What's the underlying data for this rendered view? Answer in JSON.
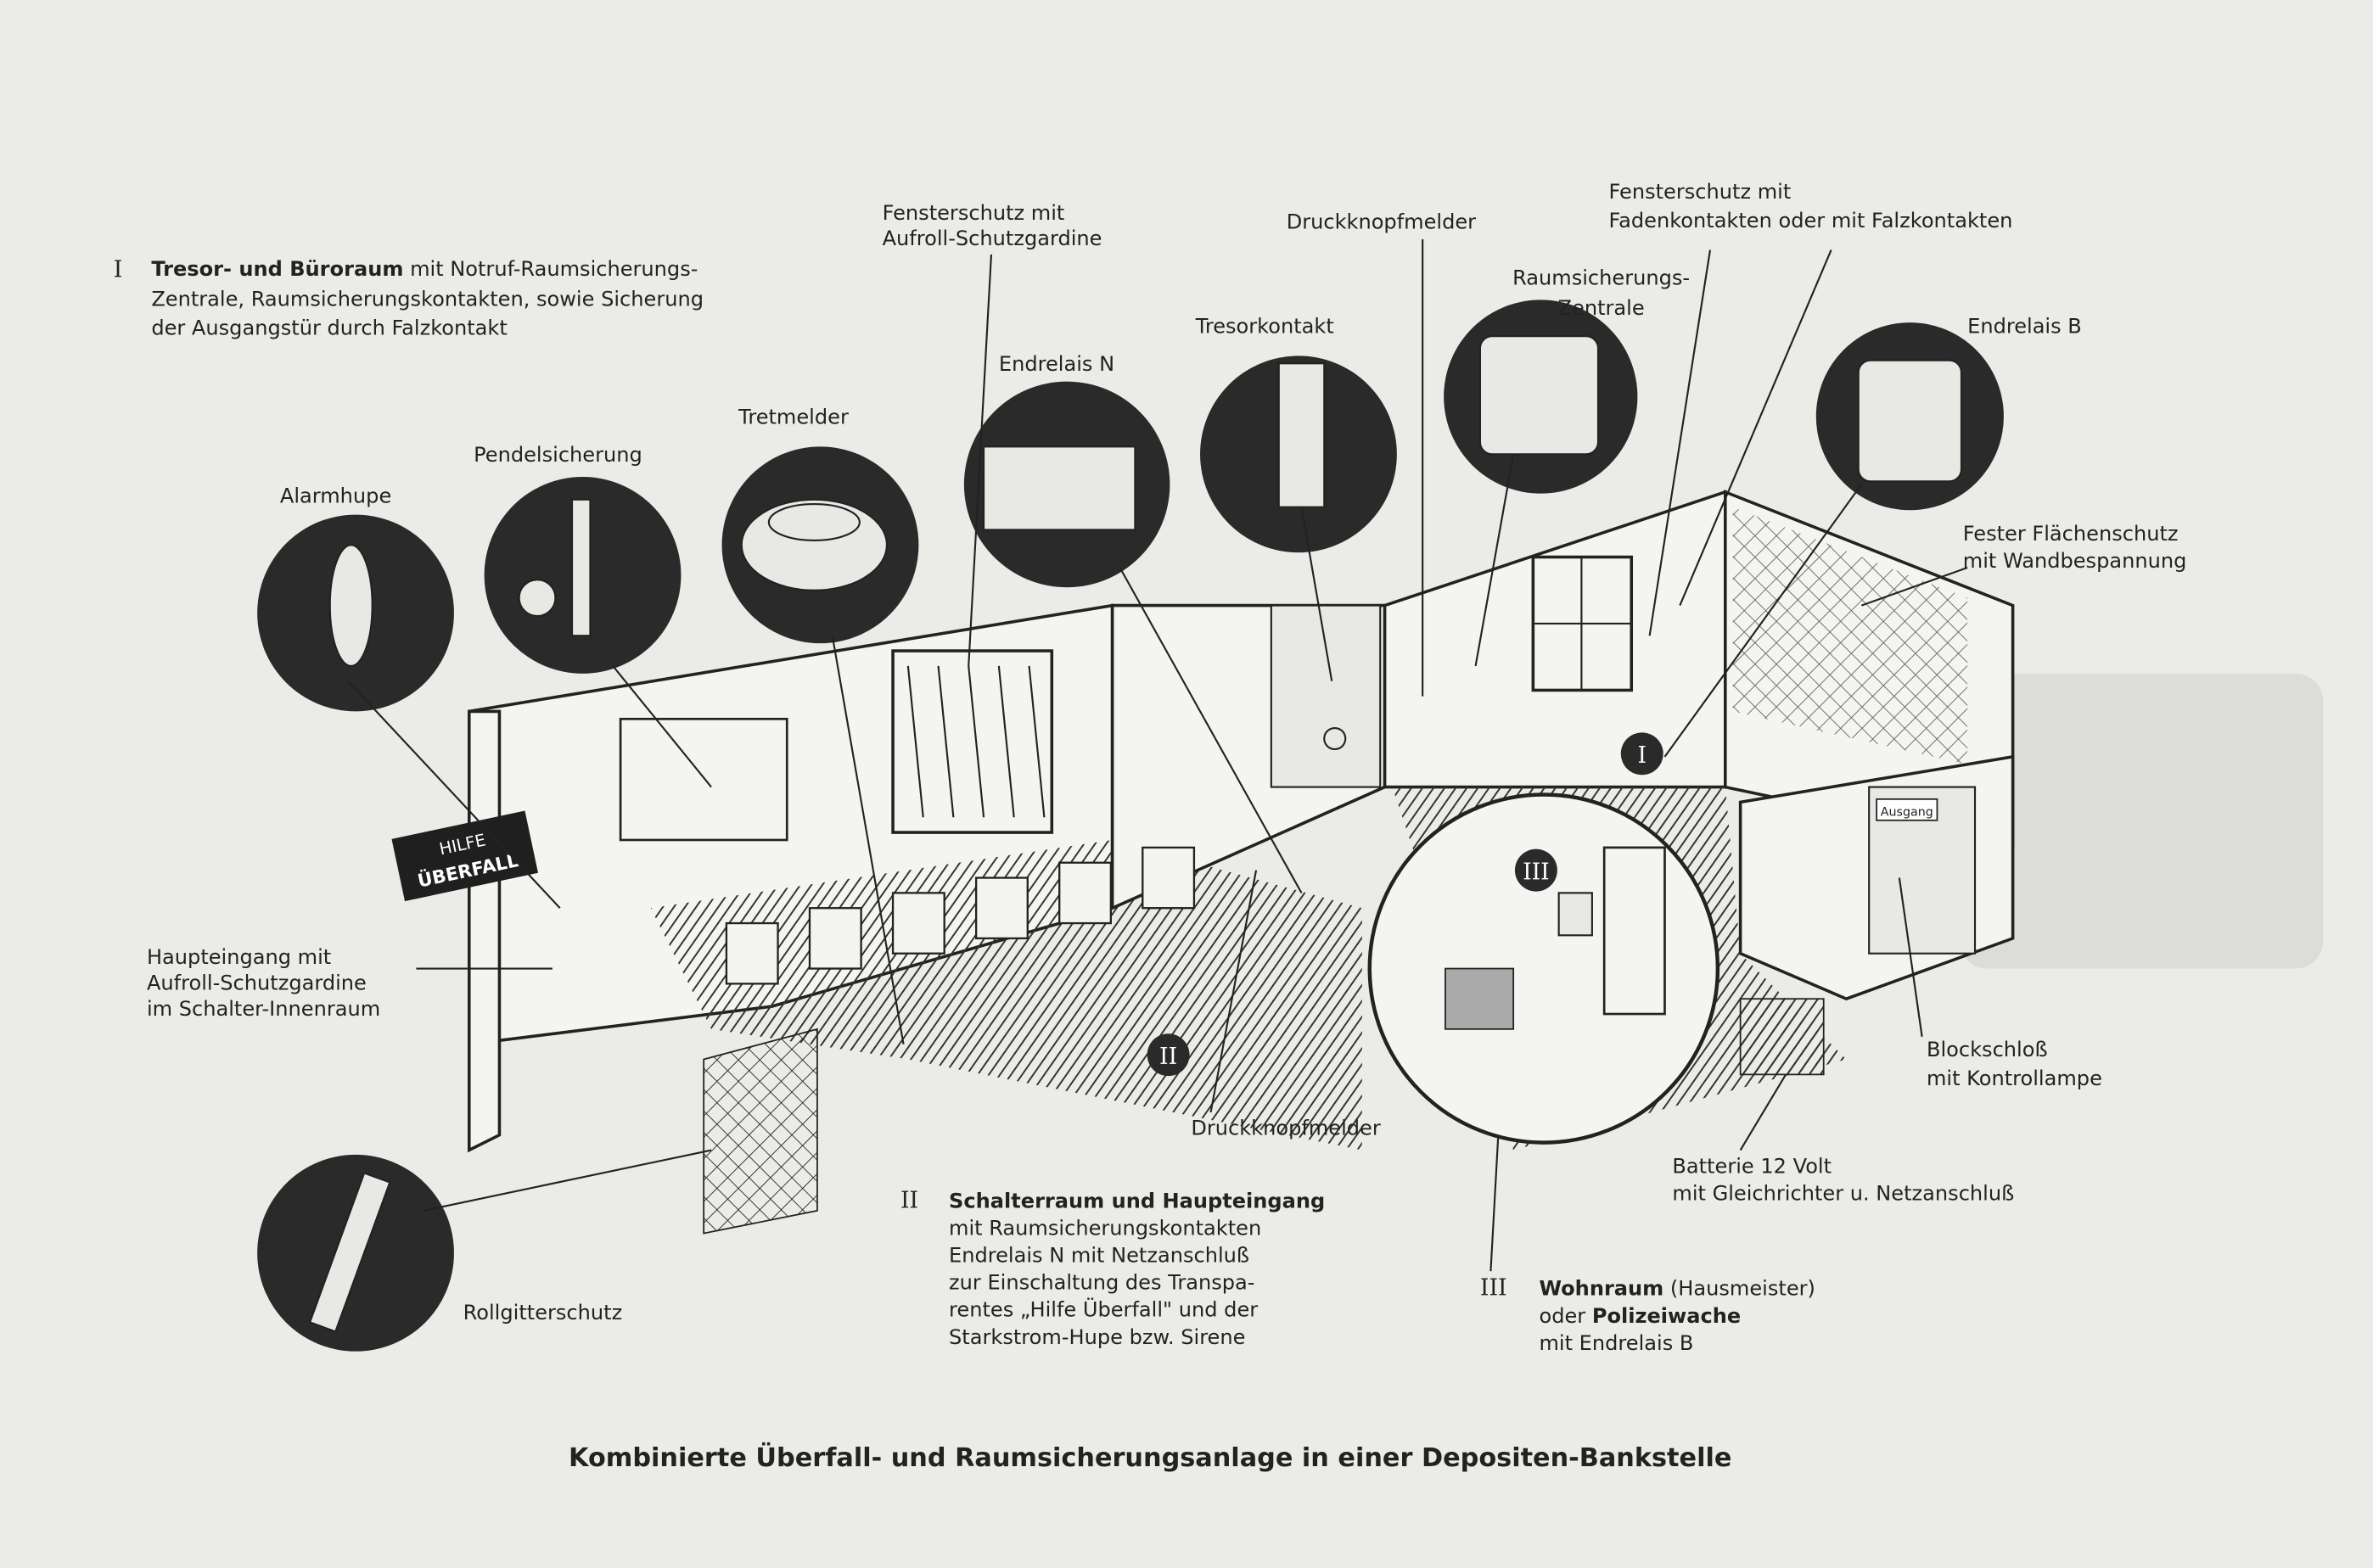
{
  "title": "Kombinierte Überfall- und Raumsicherungsanlage in einer Depositen-Bankstelle",
  "sections": [
    {
      "numeral": "I",
      "heading": "Tresor- und Büroraum",
      "lines": [
        "mit Notruf-Raumsicherungs-",
        "Zentrale, Raumsicherungskontakten, sowie Sicherung",
        "der Ausgangstür durch Falzkontakt"
      ]
    },
    {
      "numeral": "II",
      "heading": "Schalterraum und Haupteingang",
      "lines": [
        "mit Raumsicherungskontakten",
        "Endrelais N mit Netzanschluß",
        "zur Einschaltung des Transpa-",
        "rentes „Hilfe Überfall\" und der",
        "Starkstrom-Hupe bzw. Sirene"
      ]
    },
    {
      "numeral": "III",
      "heading": "Wohnraum",
      "heading_extra": "(Hausmeister)",
      "line2_pre": "oder ",
      "line2_bold": "Polizeiwache",
      "line3": "mit Endrelais B"
    }
  ],
  "labels": {
    "alarmhupe": "Alarmhupe",
    "pendelsicherung": "Pendelsicherung",
    "tretmelder": "Tretmelder",
    "endrelais_n": "Endrelais N",
    "fensterschutz_gardine": [
      "Fensterschutz mit",
      "Aufroll-Schutzgardine"
    ],
    "druckknopfmelder_top": "Druckknopfmelder",
    "tresorkontakt": "Tresorkontakt",
    "zentrale": [
      "Raumsicherungs-",
      "Zentrale"
    ],
    "fensterschutz_faden": [
      "Fensterschutz mit",
      "Fadenkontakten oder mit Falzkontakten"
    ],
    "endrelais_b": "Endrelais B",
    "flaechenschutz": [
      "Fester Flächenschutz",
      "mit Wandbespannung"
    ],
    "haupteingang": [
      "Haupteingang mit",
      "Aufroll-Schutzgardine",
      "im Schalter-Innenraum"
    ],
    "rollgitter": "Rollgitterschutz",
    "druckknopfmelder_bottom": "Druckknopfmelder",
    "blockschloss": [
      "Blockschloß",
      "mit Kontrollampe"
    ],
    "batterie": [
      "Batterie 12 Volt",
      "mit Gleichrichter u. Netzanschluß"
    ]
  },
  "sign": [
    "HILFE",
    "ÜBERFALL"
  ],
  "door_sign": "Ausgang",
  "room_markers": [
    "I",
    "II",
    "III"
  ]
}
